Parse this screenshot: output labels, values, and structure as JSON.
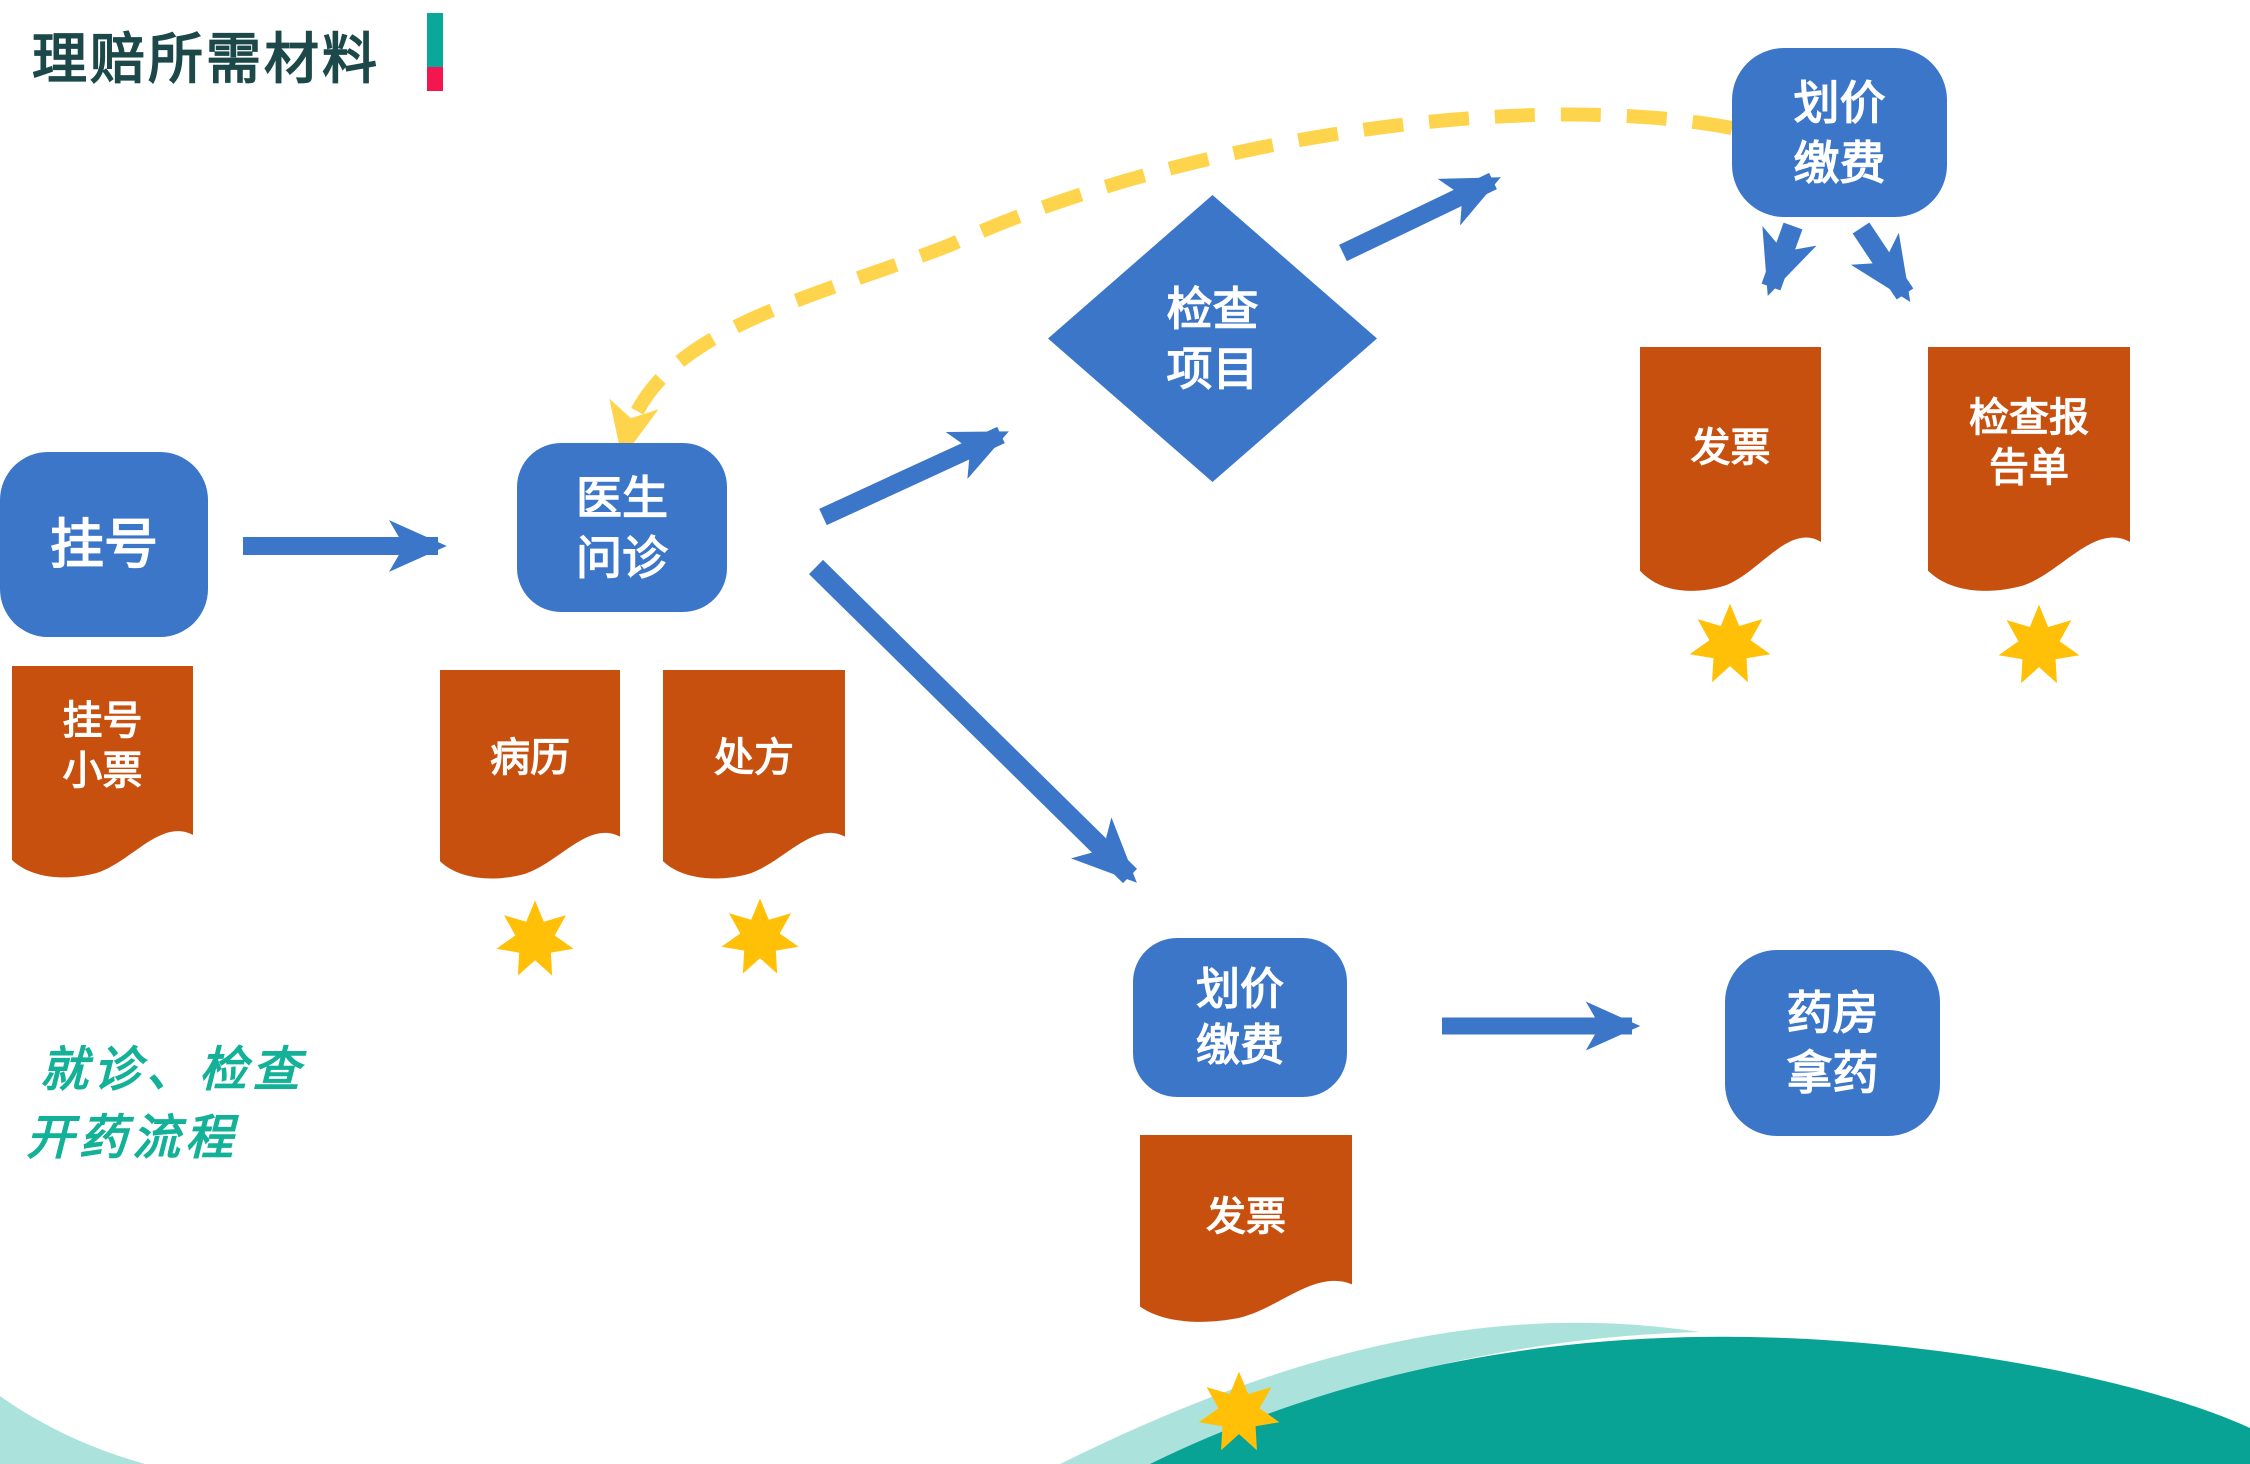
{
  "slide": {
    "title": "理赔所需材料"
  },
  "caption": {
    "line1": "就诊、检查",
    "line2": "开药流程"
  },
  "nodes": {
    "register": {
      "label": "挂号"
    },
    "doctor": {
      "line1": "医生",
      "line2": "问诊"
    },
    "exam_items": {
      "line1": "检查",
      "line2": "项目"
    },
    "pricing_top": {
      "line1": "划价",
      "line2": "缴费"
    },
    "pricing_bottom": {
      "line1": "划价",
      "line2": "缴费"
    },
    "pharmacy": {
      "line1": "药房",
      "line2": "拿药"
    }
  },
  "receipts": {
    "registration_ticket": {
      "line1": "挂号",
      "line2": "小票"
    },
    "medical_record": {
      "label": "病历"
    },
    "prescription": {
      "label": "处方"
    },
    "invoice_top": {
      "label": "发票"
    },
    "exam_report": {
      "line1": "检查报",
      "line2": "告单"
    },
    "invoice_bottom": {
      "label": "发票"
    }
  },
  "colors": {
    "node_blue": "#3B76C9",
    "receipt_orange": "#C8500F",
    "star_yellow": "#FFC007",
    "dash_yellow": "#FFD44D",
    "wave_teal": "#09A396",
    "wave_light": "#ABE3DC",
    "title_dark": "#1C4849",
    "caption_teal": "#12B198",
    "bar_teal": "#0AA79B",
    "bar_red": "#F4164E",
    "text_white": "#FFFFFF"
  }
}
